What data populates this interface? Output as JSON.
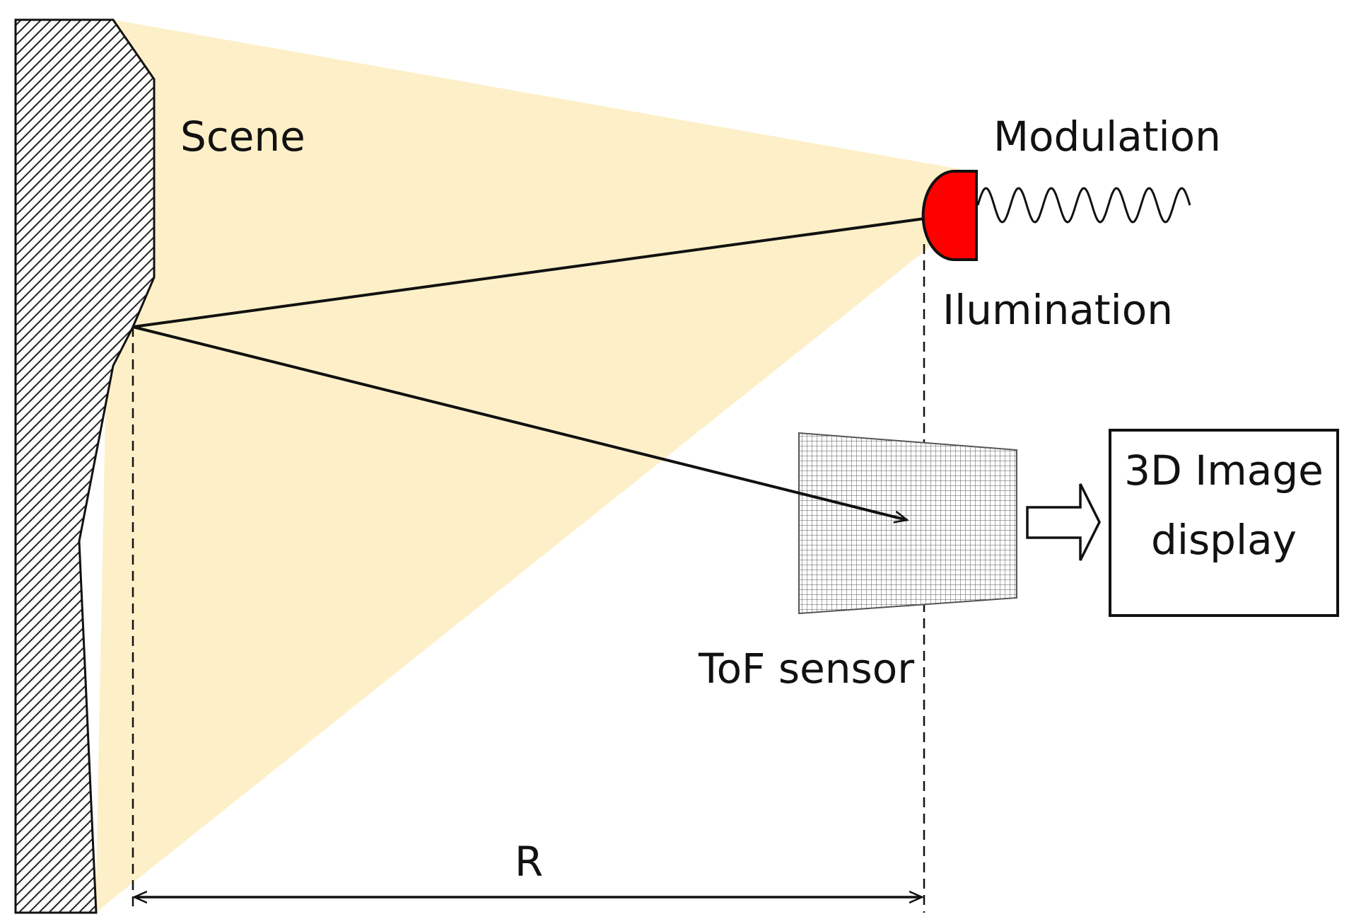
{
  "labels": {
    "scene": "Scene",
    "modulation": "Modulation",
    "illumination": "Ilumination",
    "sensor": "ToF sensor",
    "display_line1": "3D Image",
    "display_line2": "display",
    "distance": "R"
  },
  "colors": {
    "light_cone": "#fdf0c8",
    "illuminator": "#ff0000",
    "stroke": "#111111",
    "sensor_grid": "#555555"
  },
  "icons": {
    "illuminator": "led-half-dome",
    "modulation": "sine-wave",
    "output": "hollow-right-arrow",
    "distance": "double-headed-arrow"
  }
}
